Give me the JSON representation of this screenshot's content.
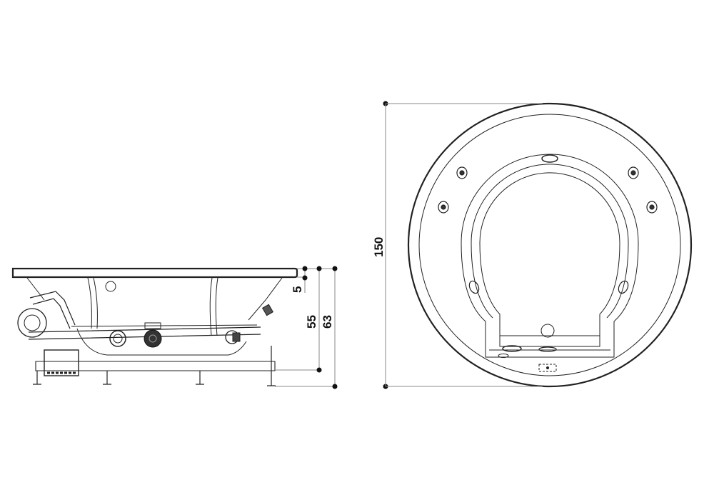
{
  "drawing": {
    "subject": "Round whirlpool bathtub technical drawing",
    "views": [
      {
        "name": "side-elevation",
        "label": ""
      },
      {
        "name": "top-plan",
        "label": ""
      }
    ]
  },
  "dimensions": {
    "rim_thickness": "5",
    "tub_height": "55",
    "overall_height": "63",
    "diameter": "150"
  },
  "colors": {
    "line": "#222222",
    "dim_line": "#8a8a8a",
    "background": "#ffffff"
  }
}
